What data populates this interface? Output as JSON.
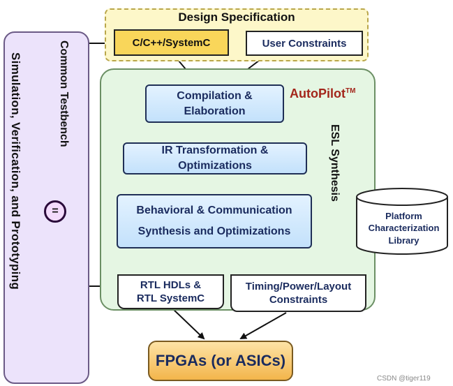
{
  "left_panel": {
    "label": "Simulation, Verification, and Prototyping",
    "testbench_label": "Common Testbench",
    "compare_symbol": "="
  },
  "design_spec": {
    "title": "Design Specification",
    "inputs": [
      "C/C++/SystemC",
      "User Constraints"
    ]
  },
  "autopilot": {
    "title": "AutoPilot",
    "title_sup": "TM",
    "esl_label": "ESL Synthesis",
    "steps": [
      [
        "Compilation &",
        "Elaboration"
      ],
      [
        "IR Transformation &",
        "Optimizations"
      ],
      [
        "Behavioral & Communication",
        "Synthesis and Optimizations"
      ]
    ],
    "outputs": [
      [
        "RTL HDLs &",
        "RTL SystemC"
      ],
      [
        "Timing/Power/Layout",
        "Constraints"
      ]
    ]
  },
  "platform_library": [
    "Platform",
    "Characterization",
    "Library"
  ],
  "target": "FPGAs (or ASICs)",
  "watermark": "CSDN @tiger119"
}
